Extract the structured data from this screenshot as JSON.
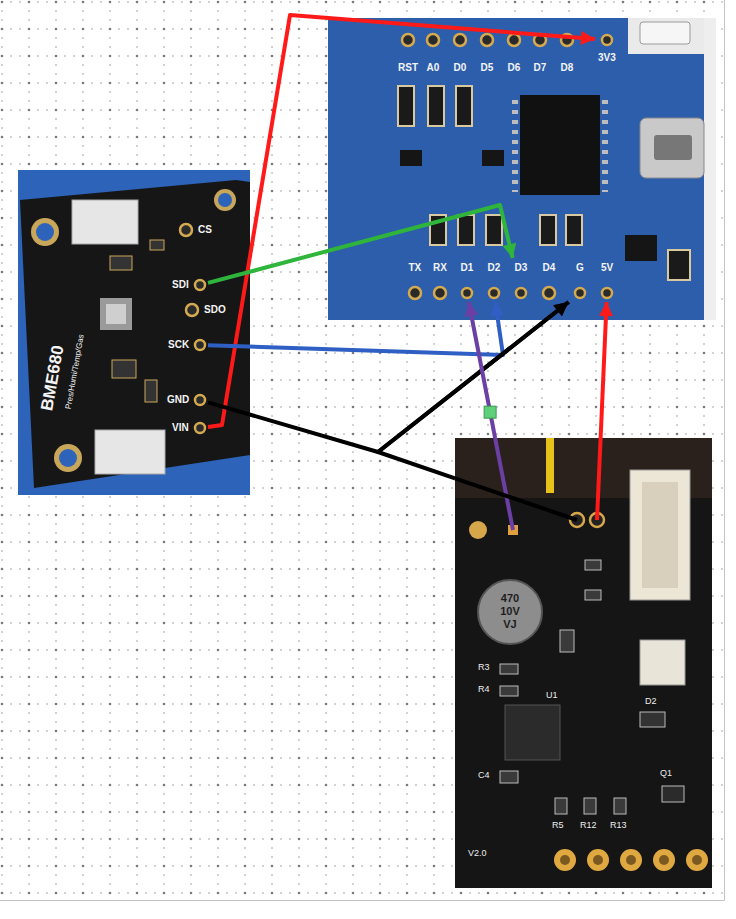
{
  "diagram": {
    "nodes": [
      {
        "text": [
          "RST",
          "A0",
          "D0",
          "D5",
          "D6",
          "D7",
          "D8",
          "TX",
          "RX",
          "D4"
        ]
      },
      {
        "text": [
          "3V3"
        ],
        "in": 0
      },
      {
        "text": [
          "D1"
        ],
        "in": 0
      },
      {
        "text": [
          "D2"
        ],
        "in": 0
      },
      {
        "text": [
          "D3"
        ],
        "in": 0
      },
      {
        "text": [
          "G"
        ],
        "in": 0
      },
      {
        "text": [
          "5V"
        ],
        "in": 0
      },
      {
        "text": [
          "CS",
          "SDO",
          "BME680",
          "Pres/Humi/Temp/Gas"
        ]
      },
      {
        "text": [
          "SDI"
        ],
        "in": 7
      },
      {
        "text": [
          "SCK"
        ],
        "in": 7
      },
      {
        "text": [
          "GND"
        ],
        "in": 7
      },
      {
        "text": [
          "VIN"
        ],
        "in": 7
      },
      {
        "text": [
          "470 10V VJ",
          "R3",
          "R4",
          "U1",
          "D2",
          "C4",
          "R5",
          "R12",
          "R13",
          "Q1",
          "V2.0"
        ]
      }
    ],
    "edges": [
      {
        "from": 11,
        "to": 1,
        "arrow": "to"
      },
      {
        "from": 8,
        "to": 4,
        "arrow": "to"
      },
      {
        "from": 9,
        "to": 3,
        "arrow": "to"
      },
      {
        "from": 10,
        "to": 5,
        "arrow": "to"
      },
      {
        "from": 12,
        "to": 5,
        "arrow": "to"
      },
      {
        "from": 12,
        "to": 2,
        "arrow": "to"
      },
      {
        "from": 12,
        "to": 6,
        "arrow": "to"
      }
    ]
  }
}
